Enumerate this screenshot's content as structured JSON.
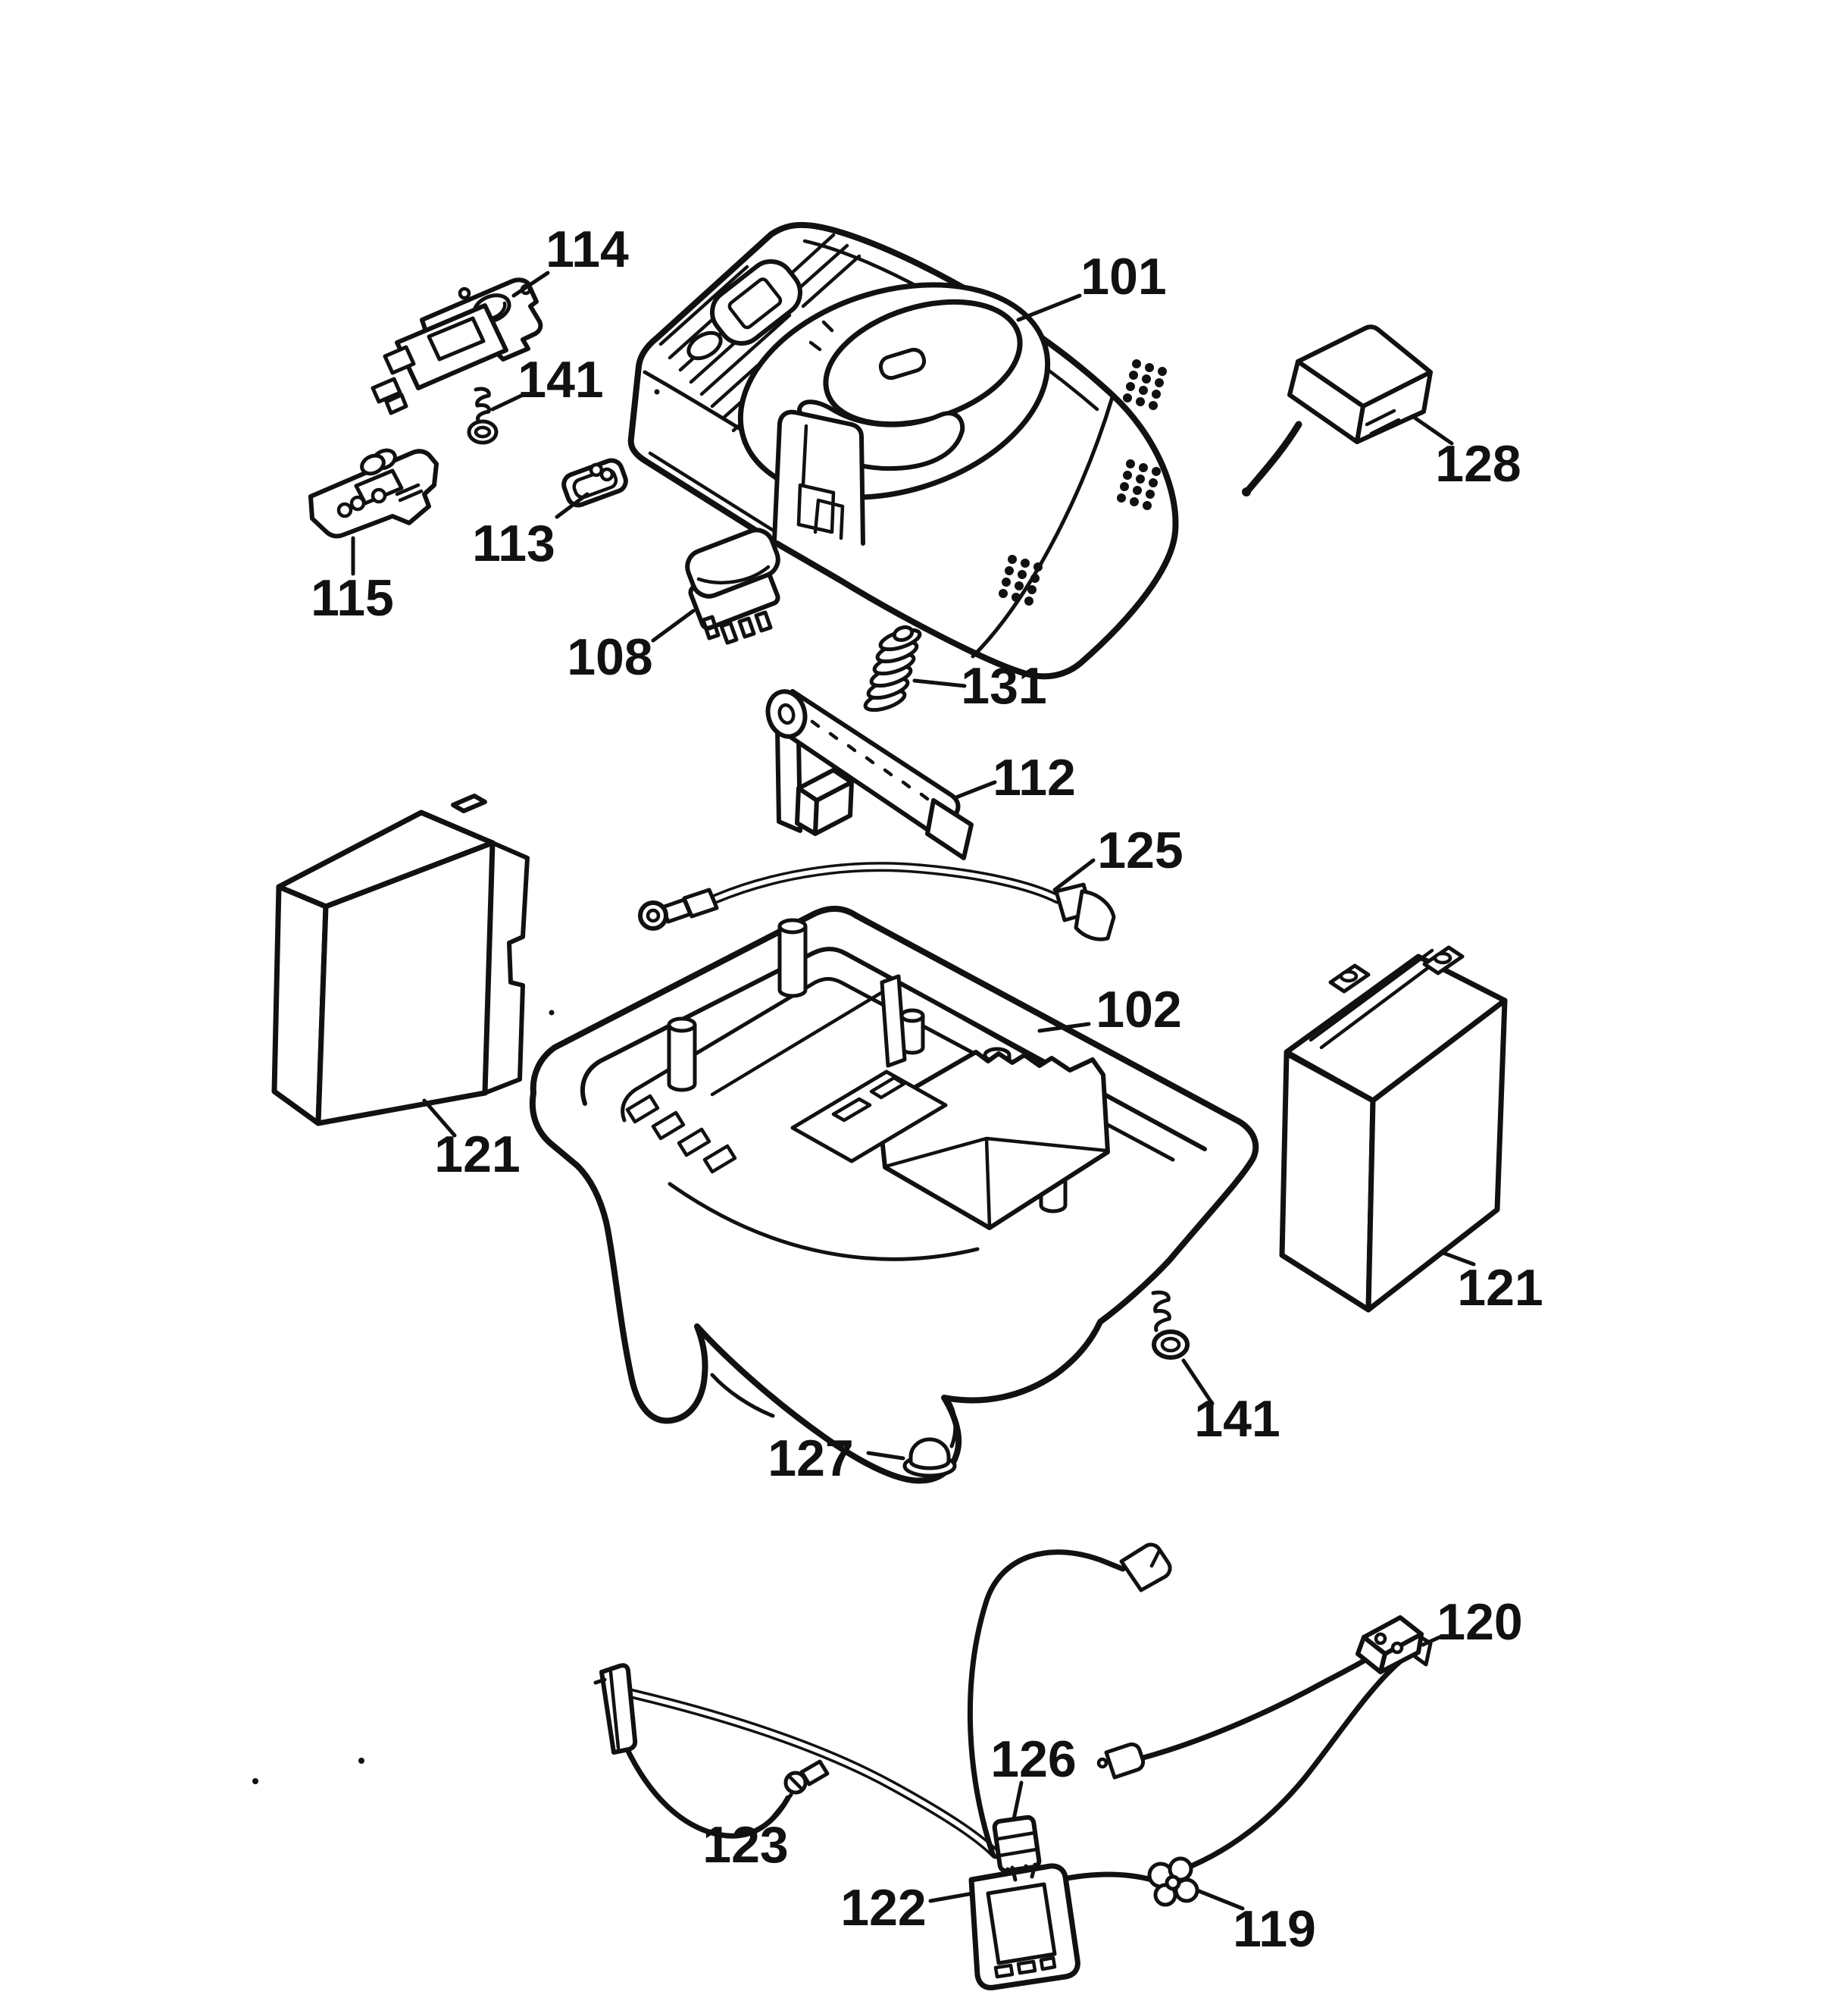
{
  "figure": {
    "type": "exploded-parts-diagram",
    "ink_color": "#111111",
    "background_color": "#ffffff"
  },
  "callouts": [
    {
      "part": "top-cover",
      "label": "101"
    },
    {
      "part": "base-housing",
      "label": "102"
    },
    {
      "part": "switch",
      "label": "108"
    },
    {
      "part": "lever-arm",
      "label": "112"
    },
    {
      "part": "retainer-clip",
      "label": "113"
    },
    {
      "part": "mounting-bracket",
      "label": "114"
    },
    {
      "part": "circuit-board",
      "label": "115"
    },
    {
      "part": "wire-clamp",
      "label": "119"
    },
    {
      "part": "plug-connector",
      "label": "120"
    },
    {
      "part": "battery-left",
      "label": "121"
    },
    {
      "part": "battery-right",
      "label": "121"
    },
    {
      "part": "main-connector",
      "label": "122"
    },
    {
      "part": "eyelet-terminal-wire",
      "label": "123"
    },
    {
      "part": "battery-cable",
      "label": "125"
    },
    {
      "part": "inline-connector",
      "label": "126"
    },
    {
      "part": "grommet",
      "label": "127"
    },
    {
      "part": "power-adapter",
      "label": "128"
    },
    {
      "part": "spring",
      "label": "131"
    },
    {
      "part": "screw-upper",
      "label": "141"
    },
    {
      "part": "screw-lower",
      "label": "141"
    }
  ]
}
